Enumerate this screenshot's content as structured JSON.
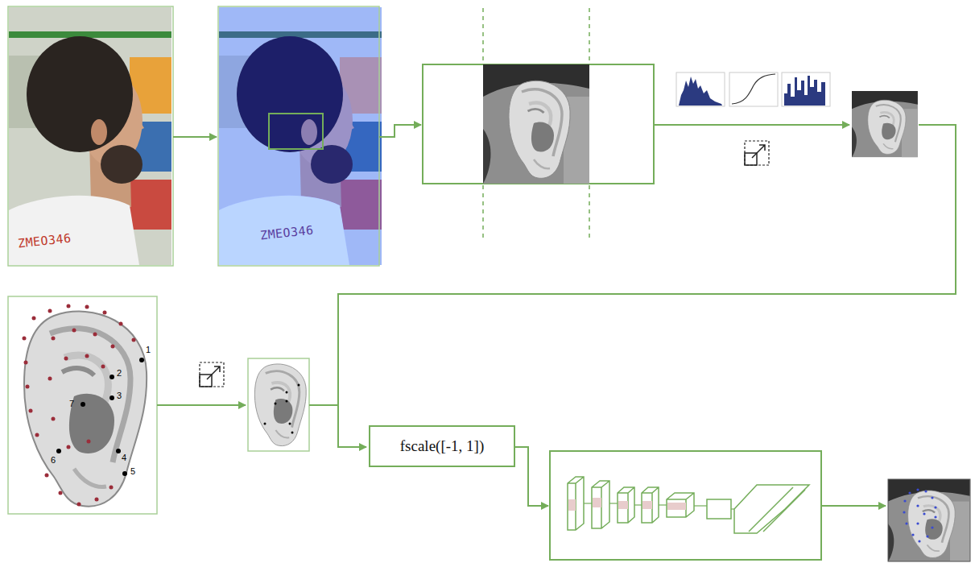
{
  "diagram": {
    "nodes": [
      {
        "text": [
          "fscale([-1, 1])"
        ]
      }
    ],
    "labels": [
      "ZMEO346",
      "ZMEO346",
      "1",
      "2",
      "3",
      "4",
      "5",
      "6",
      "7"
    ]
  }
}
